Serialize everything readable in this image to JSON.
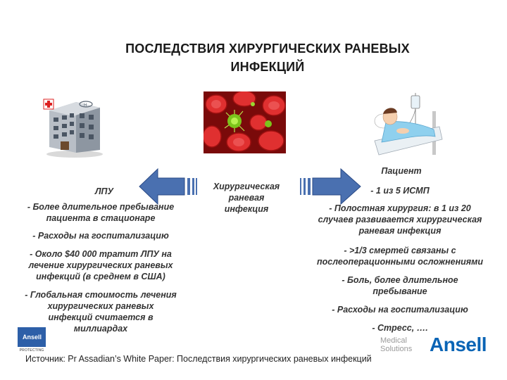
{
  "title_line1": "ПОСЛЕДСТВИЯ ХИРУРГИЧЕСКИХ РАНЕВЫХ",
  "title_line2": "ИНФЕКЦИЙ",
  "center_label_line1": "Хирургическая",
  "center_label_line2": "раневая",
  "center_label_line3": "инфекция",
  "left": {
    "heading": "ЛПУ",
    "items": [
      [
        "- Более длительное пребывание",
        "пациента в стационаре"
      ],
      [
        "- Расходы на госпитализацию"
      ],
      [
        "- Около $40 000 тратит ЛПУ на",
        "лечение хирургических раневых",
        "инфекций (в среднем в США)"
      ],
      [
        "- Глобальная стоимость лечения",
        "хирургических раневых",
        "инфекций считается в",
        "миллиардах"
      ]
    ]
  },
  "right": {
    "heading": "Пациент",
    "items": [
      [
        "- 1 из 5 ИСМП"
      ],
      [
        "- Полостная хирургия: в 1 из 20",
        "случаев развивается хирургическая",
        "раневая инфекция"
      ],
      [
        "- >1/3 смертей связаны с",
        "послеоперационными осложнениями"
      ],
      [
        "- Боль, более длительное",
        "пребывание"
      ],
      [
        "- Расходы на госпитализацию"
      ],
      [
        "- Стресс, …."
      ]
    ]
  },
  "source": "Источник: Pr Assadian’s White Paper: Последствия хирургических раневых инфекций",
  "brand": {
    "name": "Ansell",
    "medical_line1": "Medical",
    "medical_line2": "Solutions",
    "small_logo_caption": "PROTECTING",
    "color": "#0a64b5"
  }
}
